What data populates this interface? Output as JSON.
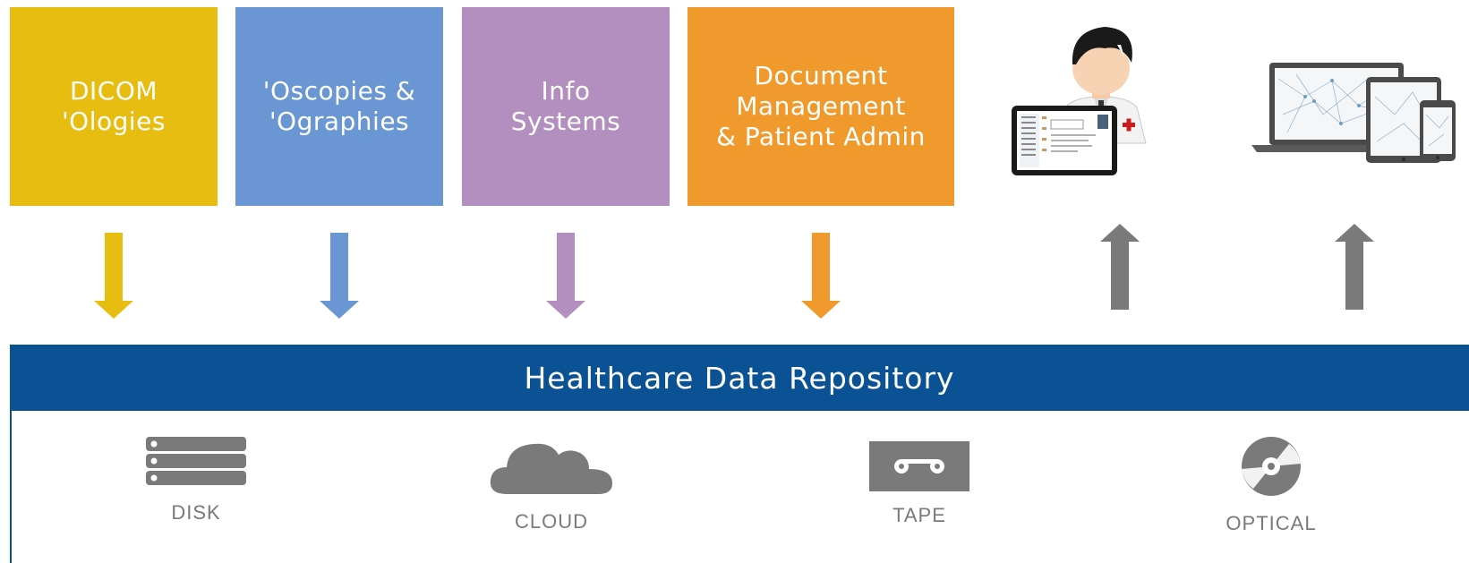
{
  "sources": [
    {
      "label": "DICOM\n'Ologies",
      "color": "#e8bd12"
    },
    {
      "label": "'Oscopies &\n'Ographies",
      "color": "#6a97d3"
    },
    {
      "label": "Info\nSystems",
      "color": "#b38fc0"
    },
    {
      "label": "Document\nManagement\n& Patient Admin",
      "color": "#f09a2e"
    }
  ],
  "arrow_up_color": "#7a7a7a",
  "repository": {
    "title": "Healthcare Data Repository",
    "color": "#0a5293"
  },
  "storage": [
    {
      "label": "DISK",
      "icon": "disk-icon"
    },
    {
      "label": "CLOUD",
      "icon": "cloud-icon"
    },
    {
      "label": "TAPE",
      "icon": "tape-icon"
    },
    {
      "label": "OPTICAL",
      "icon": "optical-disc-icon"
    }
  ],
  "consumers": [
    {
      "icon": "doctor-tablet-illustration"
    },
    {
      "icon": "multi-device-illustration"
    }
  ]
}
